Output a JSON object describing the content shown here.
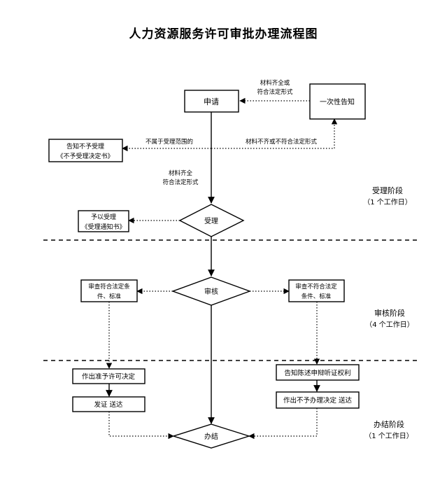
{
  "title": "人力资源服务许可审批办理流程图",
  "nodes": {
    "apply": "申请",
    "notify_once": "一次性告知",
    "reject_line1": "告知不予受理",
    "reject_line2": "《不予受理决定书》",
    "accept": "受理",
    "accept_notice_line1": "予以受理",
    "accept_notice_line2": "《受理通知书》",
    "review": "审核",
    "meet_line1": "审查符合法定条",
    "meet_line2": "件、标准",
    "notmeet_line1": "审查不符合法定",
    "notmeet_line2": "条件、标准",
    "grant": "作出准予许可决定",
    "issue": "发证  送达",
    "inform_hearing": "告知陈述申辩听证权利",
    "deny": "作出不予办理决定  送达",
    "finish": "办结"
  },
  "edge_labels": {
    "complete_line1": "材料齐全或",
    "complete_line2": "符合法定形式",
    "out_of_scope": "不属于受理范围的",
    "incomplete": "材料不齐或不符合法定形式",
    "ok_line1": "材料齐全",
    "ok_line2": "符合法定形式"
  },
  "phases": {
    "accept_name": "受理阶段",
    "accept_days": "（1 个工作日）",
    "review_name": "审核阶段",
    "review_days": "（4 个工作日）",
    "finish_name": "办结阶段",
    "finish_days": "（1 个工作日）"
  }
}
